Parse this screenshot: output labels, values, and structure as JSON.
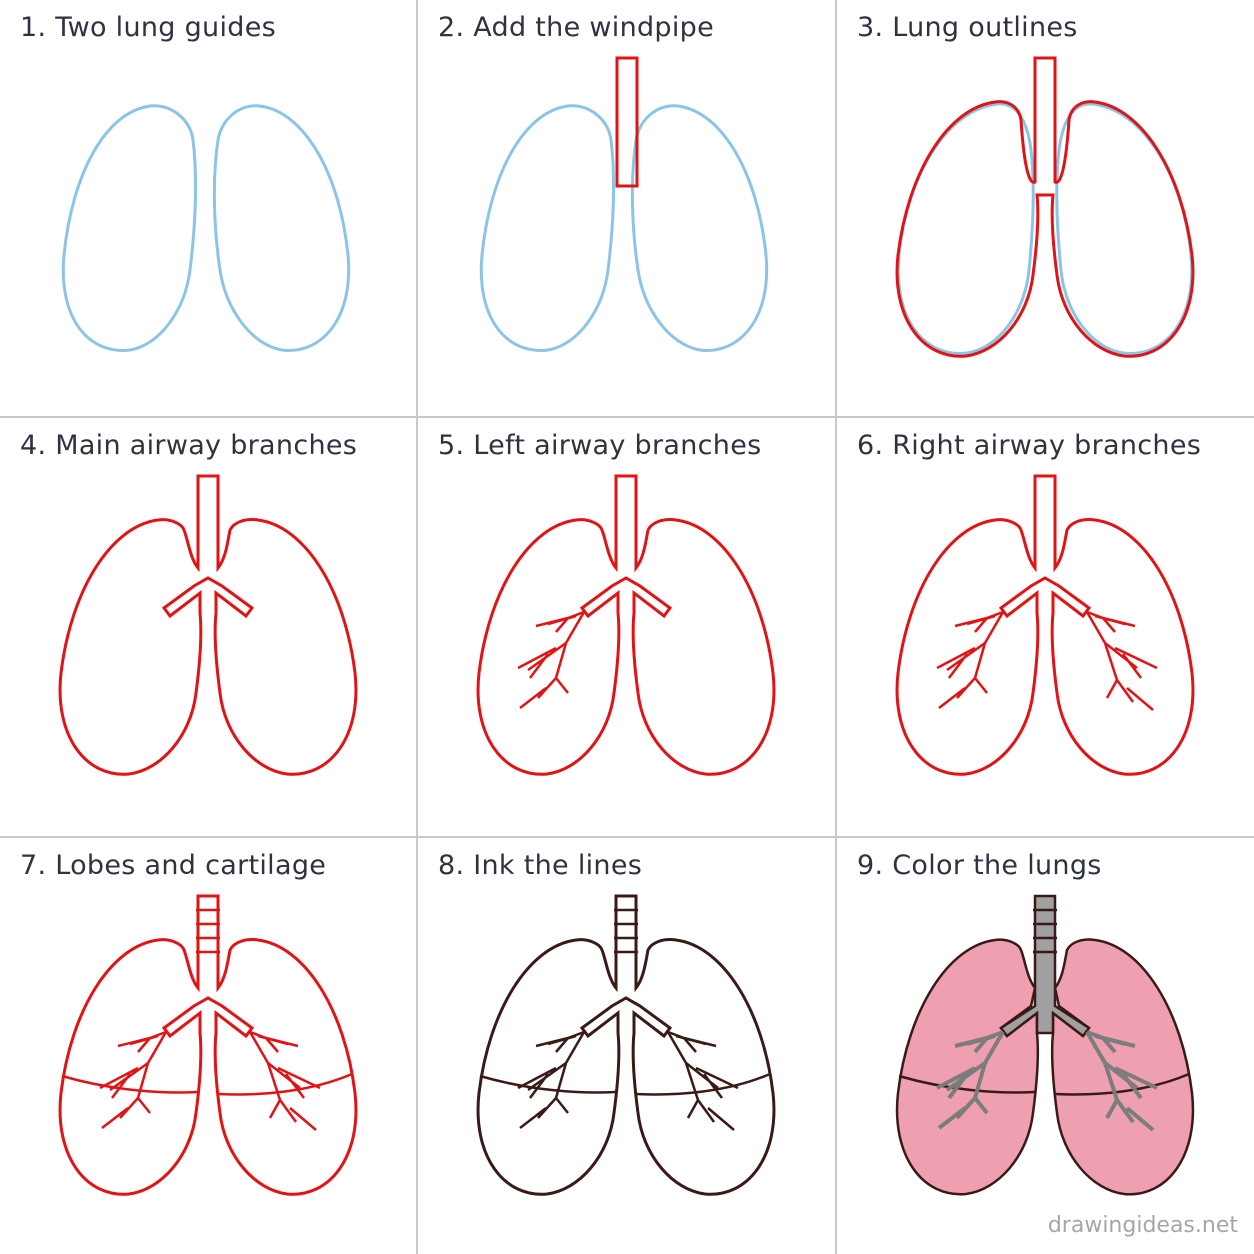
{
  "steps": [
    {
      "title": "1. Two lung guides"
    },
    {
      "title": "2. Add the windpipe"
    },
    {
      "title": "3. Lung outlines"
    },
    {
      "title": "4. Main airway branches"
    },
    {
      "title": "5. Left airway branches"
    },
    {
      "title": "6. Right airway branches"
    },
    {
      "title": "7. Lobes and cartilage"
    },
    {
      "title": "8. Ink the lines"
    },
    {
      "title": "9. Color the lungs"
    }
  ],
  "footer": {
    "site": "drawingideas.net"
  },
  "colors": {
    "guide": "#8cc4e8",
    "sketch": "#e01414",
    "ink": "#3a1a16",
    "lung_fill": "#eea0b0",
    "trachea_fill": "#a0a0a0",
    "divider": "#c9c9c9"
  }
}
